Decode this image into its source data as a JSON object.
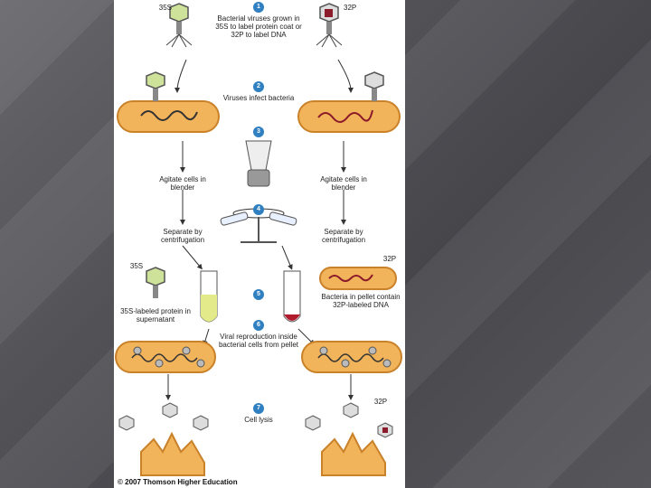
{
  "steps": [
    "1",
    "2",
    "3",
    "4",
    "5",
    "6",
    "7"
  ],
  "labels": {
    "s35_top": "35S",
    "p32_top": "32P",
    "step1": "Bacterial viruses grown in 35S to label protein coat or 32P to label DNA",
    "step2": "Viruses infect bacteria",
    "agitate_left": "Agitate cells in blender",
    "agitate_right": "Agitate cells in blender",
    "separate_left": "Separate by centrifugation",
    "separate_right": "Separate by centrifugation",
    "s35_mid": "35S",
    "p32_mid": "32P",
    "supernatant": "35S-labeled protein in supernatant",
    "pellet": "Bacteria in pellet contain 32P-labeled DNA",
    "step6": "Viral reproduction inside bacterial cells from pellet",
    "step7": "Cell lysis",
    "p32_bottom": "32P",
    "copyright": "© 2007 Thomson Higher Education"
  },
  "colors": {
    "bacterium": "#f2b45a",
    "bacterium_edge": "#c9812a",
    "protein_label": "#a9c46a",
    "dna_label": "#8b1a2b",
    "step_badge": "#2f7fc1",
    "supernatant": "#e3ea8a",
    "pellet": "#b01c2e"
  }
}
